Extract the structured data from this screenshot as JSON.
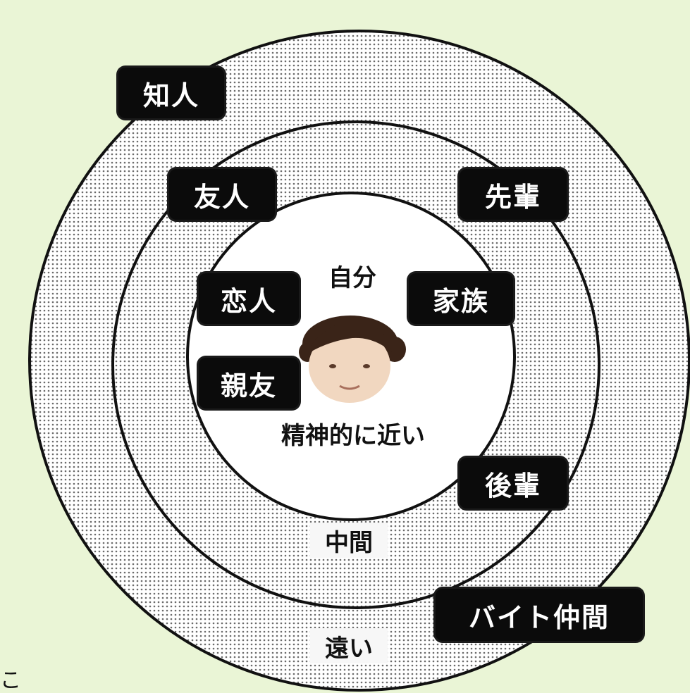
{
  "diagram": {
    "labels": {
      "chijin": "知人",
      "yuujin": "友人",
      "senpai": "先輩",
      "jibun": "自分",
      "koibito": "恋人",
      "kazoku": "家族",
      "shinyuu": "親友",
      "kouhai": "後輩",
      "baito": "バイト仲間"
    },
    "zones": {
      "inner": "精神的に近い",
      "middle": "中間",
      "outer": "遠い"
    },
    "stray_char": "こ"
  },
  "colors": {
    "background": "#eaf5d6",
    "label_fill": "#0b0b0b",
    "label_text": "#ffffff",
    "ring_line": "#111111",
    "dot_pattern": "#6b6b6b",
    "inner_fill": "#ffffff"
  },
  "icons": {
    "center_figure": "person-head-icon"
  }
}
